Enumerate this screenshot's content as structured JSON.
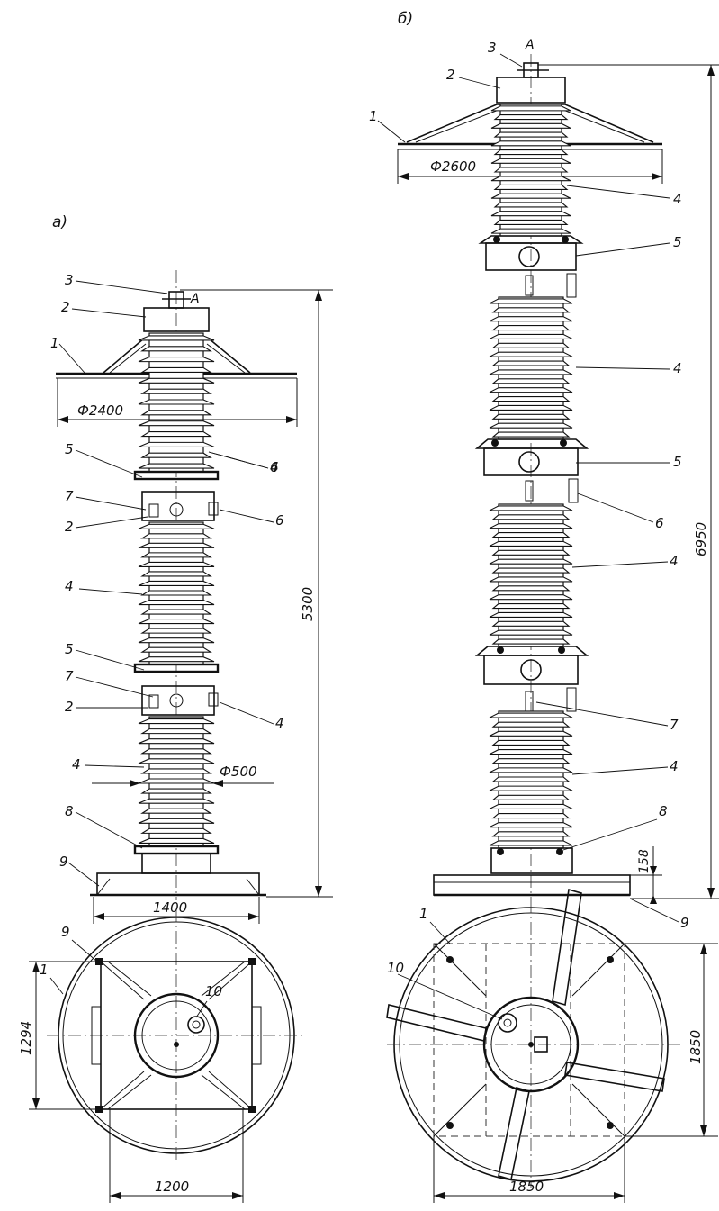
{
  "view_a": {
    "title": "а)",
    "pole_label": "A",
    "callouts": [
      "3",
      "2",
      "1",
      "5",
      "7",
      "2",
      "4",
      "4",
      "5",
      "7",
      "2",
      "4",
      "8",
      "9",
      "6",
      "4",
      "6"
    ],
    "dim_height": "5300",
    "dim_screen": "Ф2400",
    "dim_insulator": "Ф500",
    "dim_base": "1400",
    "plan_callouts": [
      "9",
      "1",
      "10"
    ],
    "plan_dim_height": "1294",
    "plan_dim_width": "1200"
  },
  "view_b": {
    "title": "б)",
    "pole_label": "A",
    "callouts": [
      "3",
      "2",
      "1",
      "4",
      "5",
      "4",
      "5",
      "6",
      "4",
      "7",
      "4",
      "8",
      "9"
    ],
    "dim_height": "6950",
    "dim_screen": "Ф2600",
    "dim_base_h": "158",
    "plan_callouts": [
      "1",
      "10"
    ],
    "plan_dim_height": "1850",
    "plan_dim_width": "1850"
  }
}
